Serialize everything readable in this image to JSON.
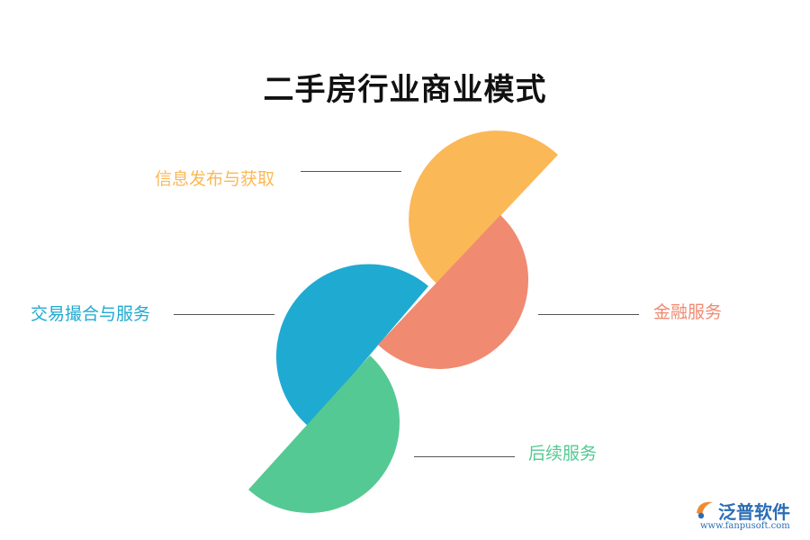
{
  "title": "二手房行业商业模式",
  "segments": [
    {
      "id": "info",
      "label": "信息发布与获取",
      "color": "#FBB856"
    },
    {
      "id": "finance",
      "label": "金融服务",
      "color": "#F08A71"
    },
    {
      "id": "trade",
      "label": "交易撮合与服务",
      "color": "#1FAAD2"
    },
    {
      "id": "after",
      "label": "后续服务",
      "color": "#55C993"
    }
  ],
  "logo": {
    "name": "泛普软件",
    "url": "www.fanpusoft.com",
    "color": "#2B6DB5",
    "accent": "#F08A30"
  }
}
